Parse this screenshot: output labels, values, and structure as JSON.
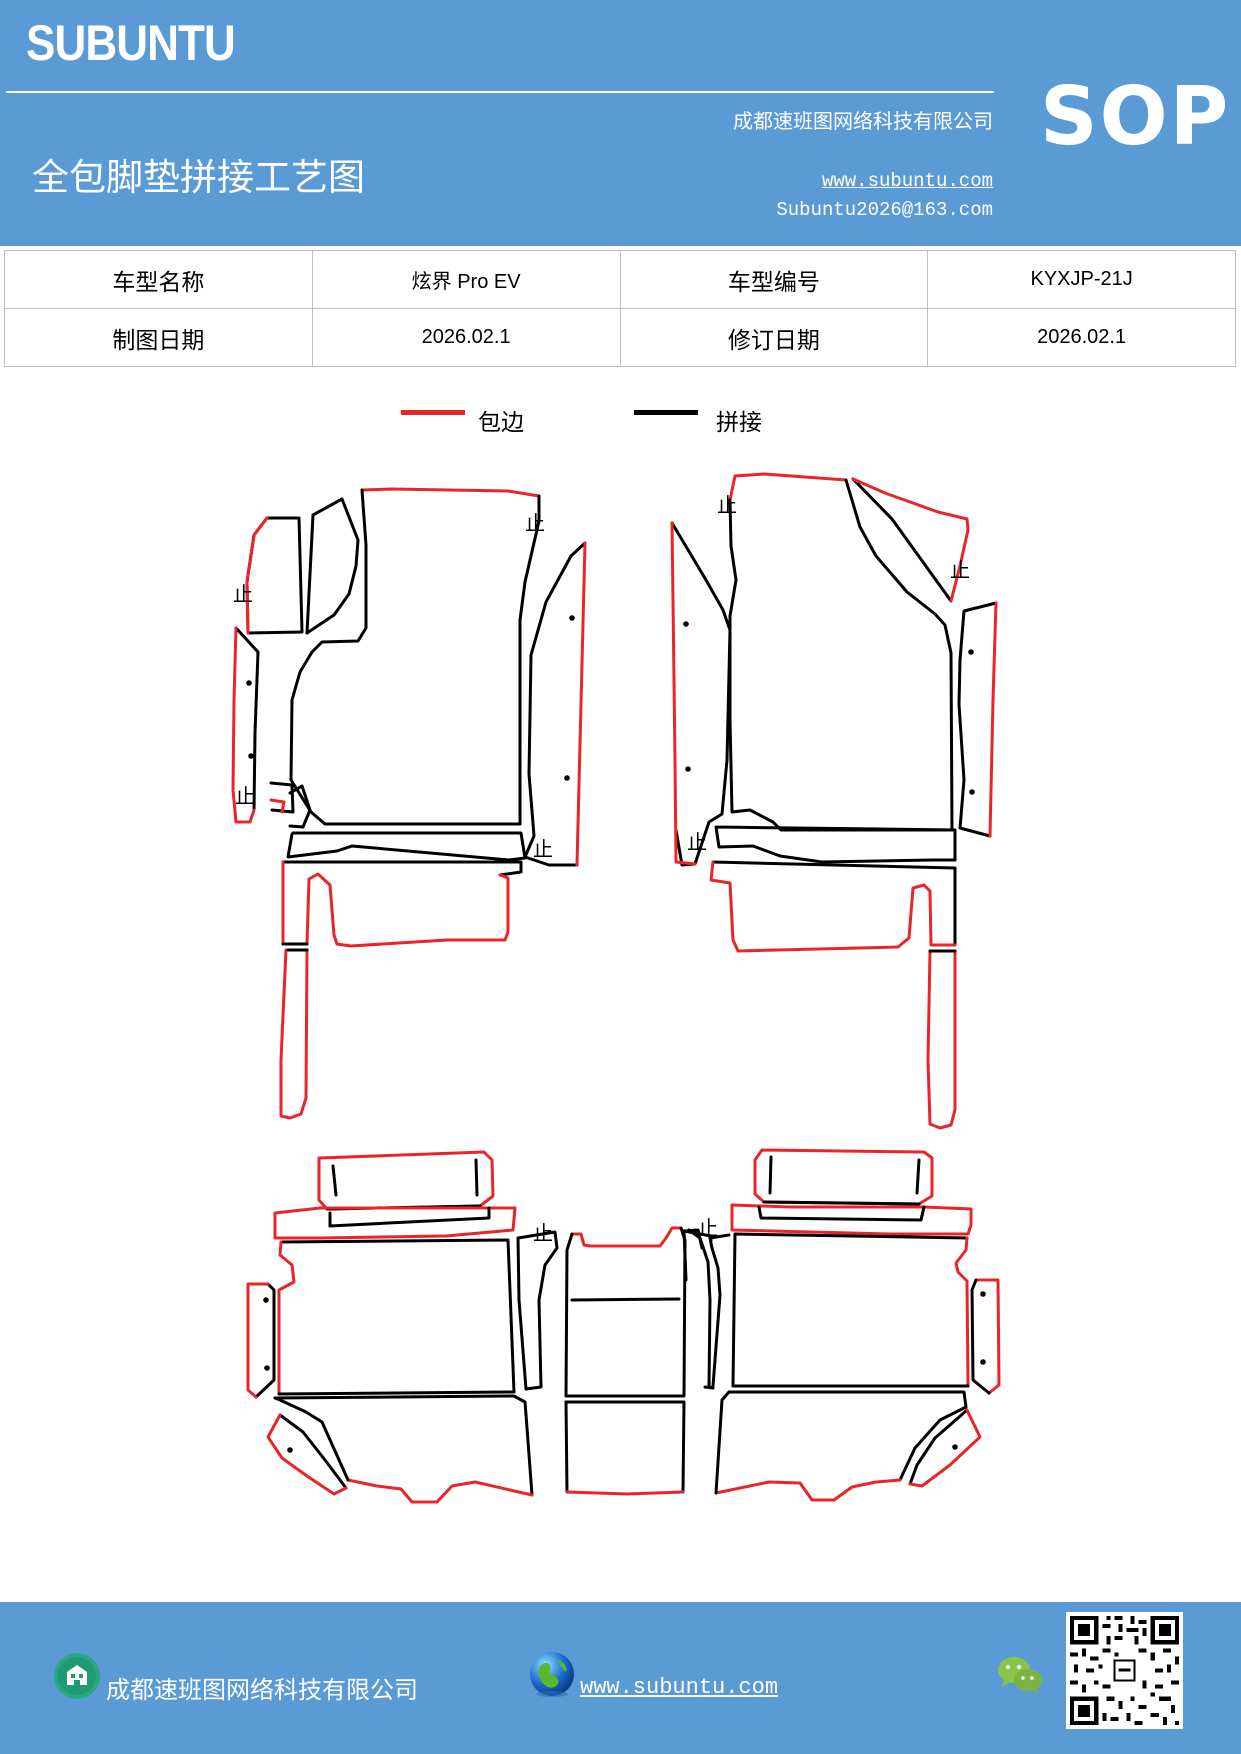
{
  "header": {
    "brand": "SUBUNTU",
    "company": "成都速班图网络科技有限公司",
    "title": "全包脚垫拼接工艺图",
    "website": "www.subuntu.com",
    "email": "Subuntu2026@163.com",
    "badge": "SOP"
  },
  "info": {
    "model_name_label": "车型名称",
    "model_name": "炫界 Pro EV",
    "model_code_label": "车型编号",
    "model_code": "KYXJP-21J",
    "drawing_date_label": "制图日期",
    "drawing_date": "2026.02.1",
    "revision_date_label": "修订日期",
    "revision_date": "2026.02.1"
  },
  "legend": {
    "edge_label": "包边",
    "edge_color": "#e8252a",
    "splice_label": "拼接",
    "splice_color": "#000000"
  },
  "drawing": {
    "stop_mark": "止"
  },
  "footer": {
    "company": "成都速班图网络科技有限公司",
    "website": "www.subuntu.com",
    "icons": [
      "building-icon",
      "globe-icon",
      "wechat-icon",
      "qr-code"
    ]
  }
}
